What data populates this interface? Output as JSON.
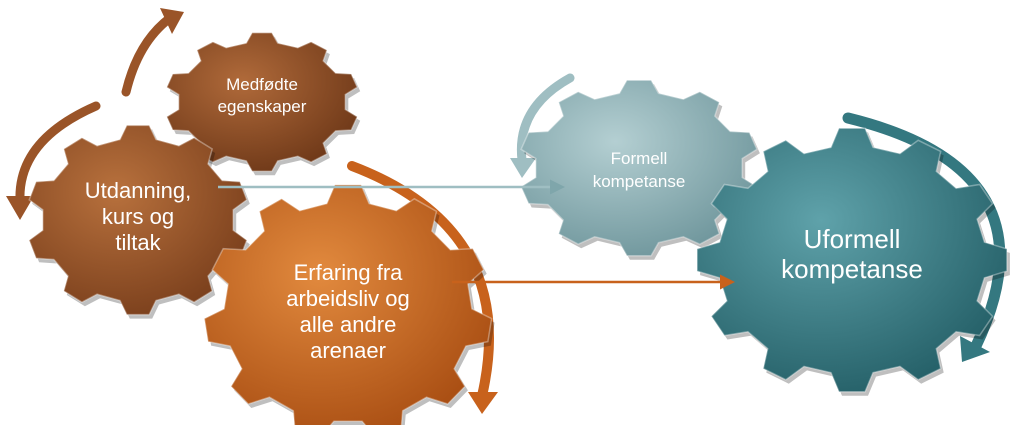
{
  "gears": [
    {
      "id": "medfodte",
      "lines": [
        "Medfødte",
        "egenskaper"
      ],
      "color": "#8a4a26"
    },
    {
      "id": "utdanning",
      "lines": [
        "Utdanning,",
        "kurs og",
        "tiltak"
      ],
      "color": "#9a5428"
    },
    {
      "id": "erfaring",
      "lines": [
        "Erfaring fra",
        "arbeidsliv og",
        "alle andre",
        "arenaer"
      ],
      "color": "#c2611f"
    },
    {
      "id": "formell",
      "lines": [
        "Formell",
        "kompetanse"
      ],
      "color": "#86a9ae"
    },
    {
      "id": "uformell",
      "lines": [
        "Uformell",
        "kompetanse"
      ],
      "color": "#3b7e86"
    }
  ],
  "colors": {
    "brown_dark": "#7a3f1e",
    "brown": "#9a5428",
    "orange": "#c8621c",
    "teal_light": "#8fb3b8",
    "teal_dark": "#347880"
  }
}
